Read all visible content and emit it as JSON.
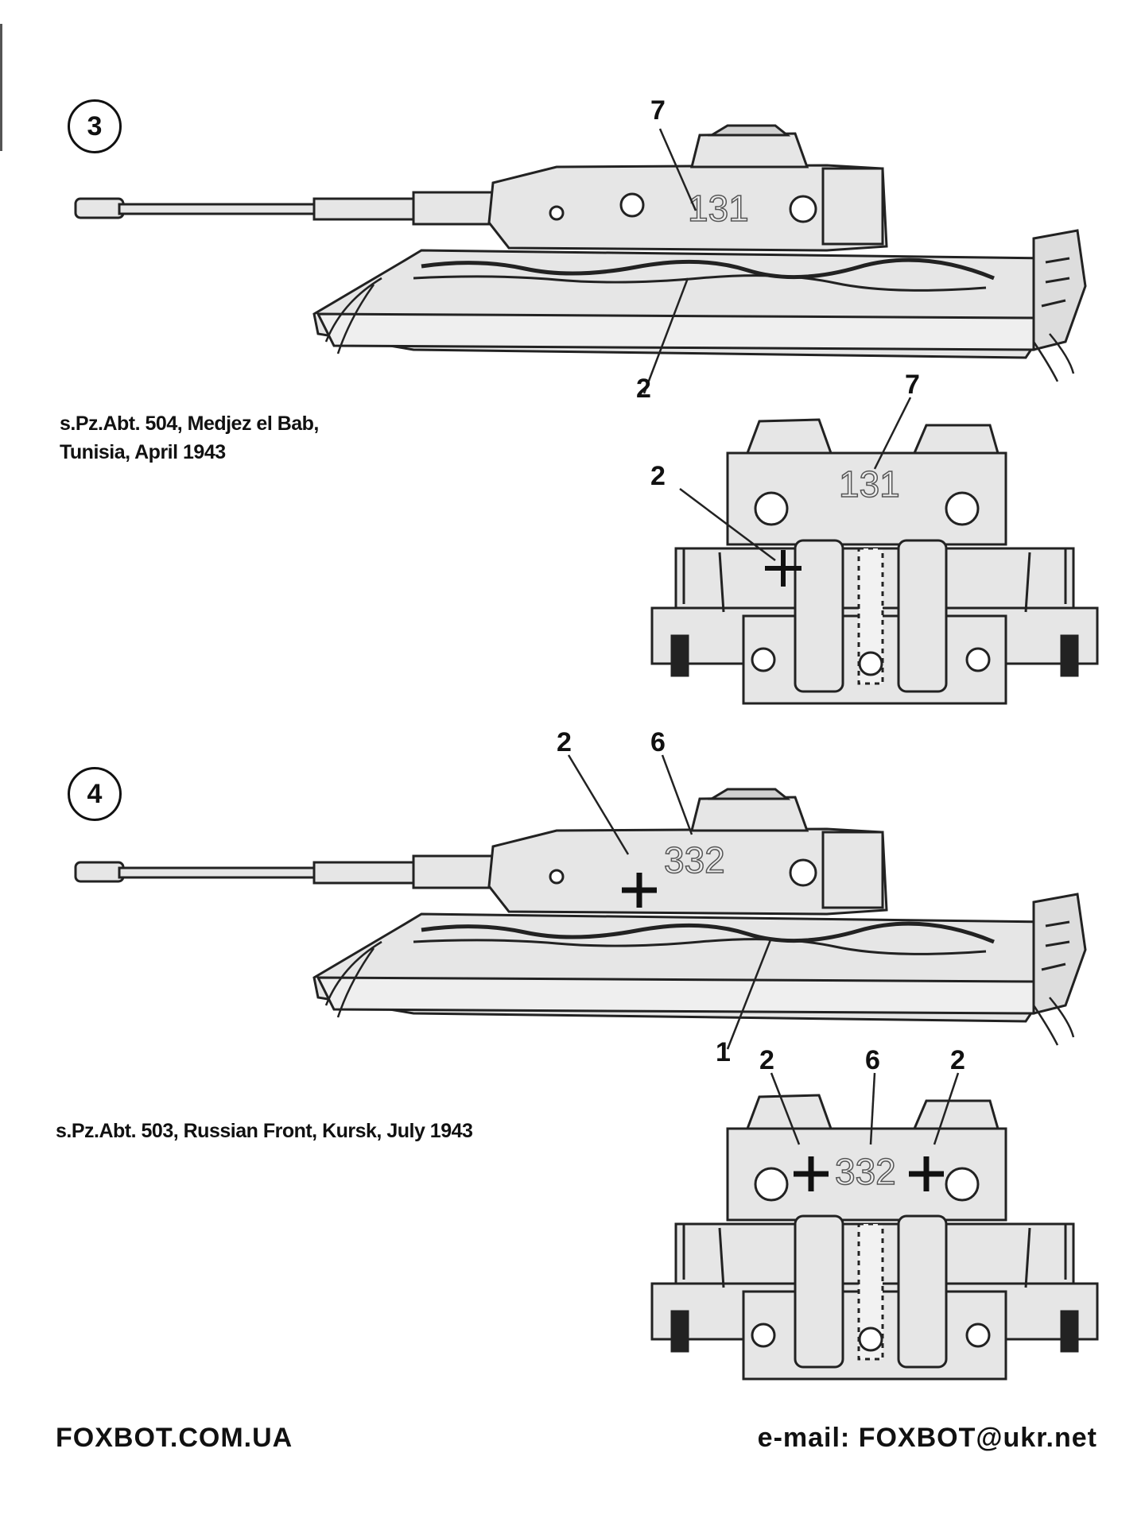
{
  "profiles": [
    {
      "badge": "3",
      "caption_line1": "s.Pz.Abt. 504, Medjez el Bab,",
      "caption_line2": "Tunisia, April 1943",
      "hull_number": "131",
      "side_callouts": [
        "7",
        "2"
      ],
      "rear_callouts": [
        "7",
        "2"
      ]
    },
    {
      "badge": "4",
      "caption_line1": "s.Pz.Abt. 503, Russian Front, Kursk, July 1943",
      "hull_number": "332",
      "side_callouts": [
        "2",
        "6",
        "1"
      ],
      "rear_callouts": [
        "2",
        "6",
        "2"
      ]
    }
  ],
  "footer": {
    "website": "FOXBOT.COM.UA",
    "email": "e-mail: FOXBOT@ukr.net"
  },
  "colors": {
    "armor": "#e6e6e6",
    "outline": "#222222",
    "background": "#ffffff"
  }
}
